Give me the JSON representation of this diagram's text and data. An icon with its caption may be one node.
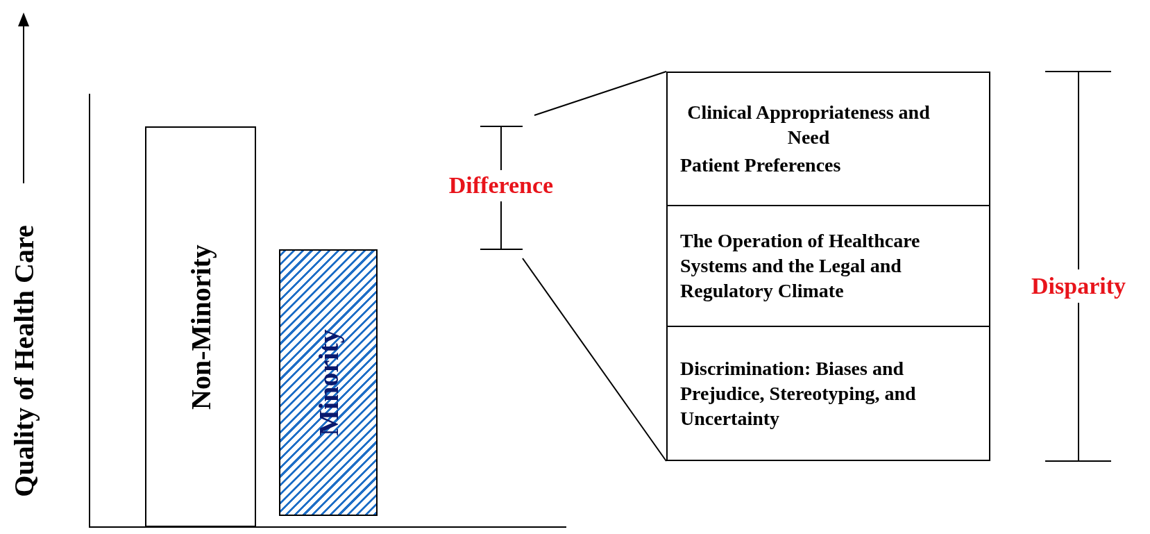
{
  "diagram": {
    "nodes": [
      {
        "text": [
          "Non-Minority"
        ]
      },
      {
        "text": [
          "Minority"
        ]
      },
      {
        "text": [
          "Clinical Appropriateness and Need",
          "Patient Preferences"
        ]
      },
      {
        "text": [
          "The Operation of Healthcare Systems and the Legal and Regulatory Climate"
        ]
      },
      {
        "text": [
          "Discrimination: Biases and Prejudice, Stereotyping, and Uncertainty"
        ]
      }
    ],
    "edges": [],
    "labels": [
      "Quality of Health Care",
      "Difference",
      "Disparity"
    ]
  }
}
